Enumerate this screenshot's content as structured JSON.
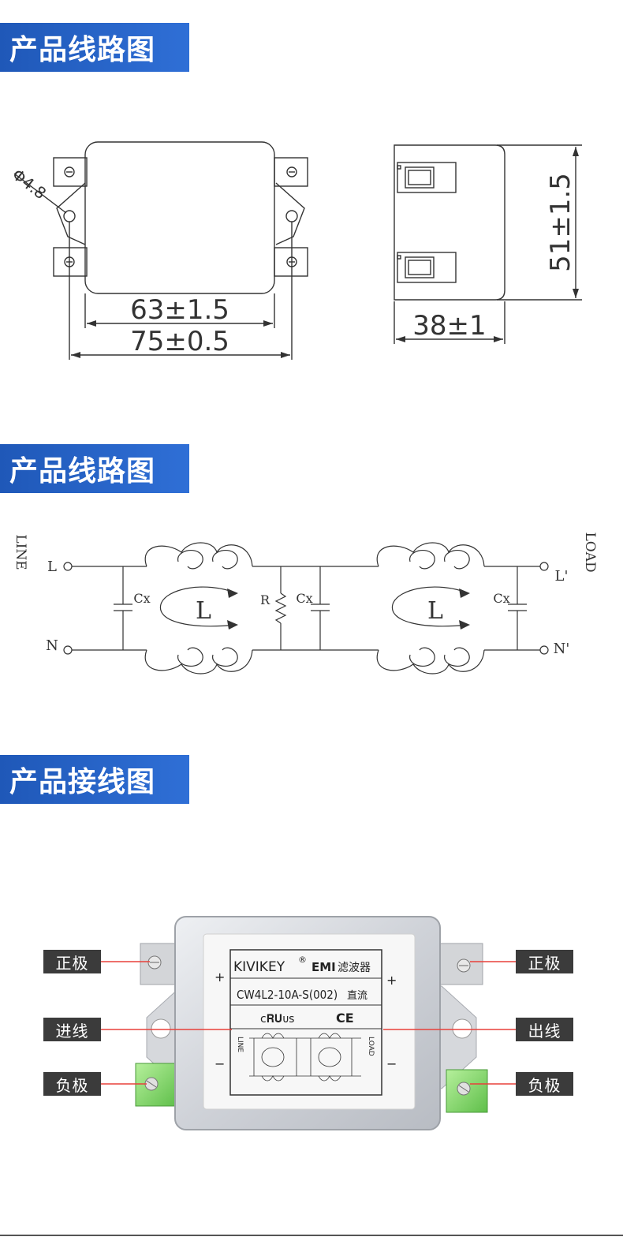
{
  "sections": [
    {
      "title": "产品线路图"
    },
    {
      "title": "产品线路图"
    },
    {
      "title": "产品接线图"
    }
  ],
  "dimensions": {
    "hole_dia": "Φ4.8",
    "body_width": "63±1.5",
    "mount_width": "75±0.5",
    "depth": "38±1",
    "height": "51±1.5"
  },
  "circuit": {
    "line_label": "LINE",
    "load_label": "LOAD",
    "L_in": "L",
    "N_in": "N",
    "L_out": "L'",
    "N_out": "N'",
    "cx": "Cx",
    "r": "R",
    "inductor": "L"
  },
  "wiring": {
    "pos_left": "正极",
    "in_line": "进线",
    "neg_left": "负极",
    "pos_right": "正极",
    "out_line": "出线",
    "neg_right": "负极"
  },
  "product": {
    "brand": "KIVIKEY",
    "reg_mark": "®",
    "emi": "EMI",
    "filter": "滤波器",
    "model": "CW4L2-10A-S(002)",
    "dc": "直流",
    "plus": "+",
    "minus": "−",
    "cert_ul": "ᴄ𝐑𝐔ᴜs",
    "cert_ce": "CE",
    "line_letters": "LINE",
    "load_letters": "LOAD"
  },
  "colors": {
    "header_blue": "#2a63c6",
    "line_color": "#333333",
    "label_bg": "#3b3b3b",
    "pointer_red": "#e8403a",
    "terminal_green": "#7fd36a",
    "metal": "#d9dbe0"
  }
}
